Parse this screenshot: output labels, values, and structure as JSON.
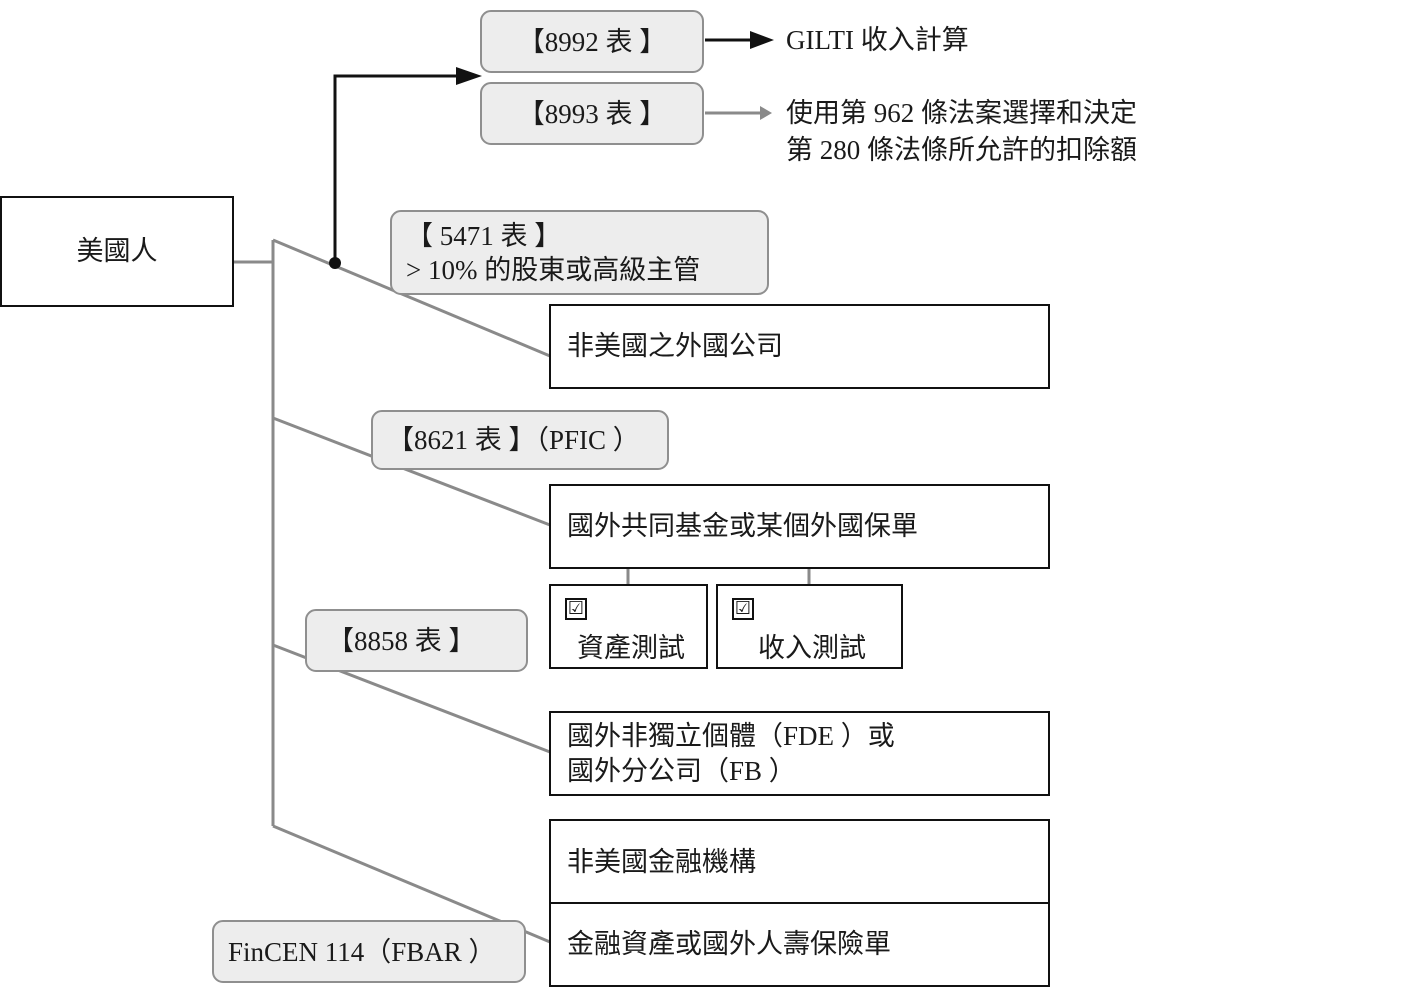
{
  "root": {
    "label": "美國人"
  },
  "forms": {
    "f8992": "【8992 表 】",
    "f8993": "【8993 表 】",
    "f5471_line1": "【 5471 表 】",
    "f5471_line2": "> 10% 的股東或高級主管",
    "f8621": "【8621 表 】（PFIC ）",
    "f8858": "【8858 表 】",
    "fincen": "FinCEN 114（FBAR ）"
  },
  "notes": {
    "gilti": "GILTI 收入計算",
    "s962_line1": "使用第 962 條法案選擇和決定",
    "s962_line2": "第 280 條法條所允許的扣除額"
  },
  "entities": {
    "foreign_corp": "非美國之外國公司",
    "foreign_fund": "國外共同基金或某個外國保單",
    "fde_line1": "國外非獨立個體（FDE ）或",
    "fde_line2": "國外分公司（FB ）",
    "foreign_fi": "非美國金融機構",
    "fin_assets": "金融資產或國外人壽保險單"
  },
  "tests": {
    "check_glyph": "☑",
    "asset_test": "資產測試",
    "income_test": "收入測試"
  }
}
